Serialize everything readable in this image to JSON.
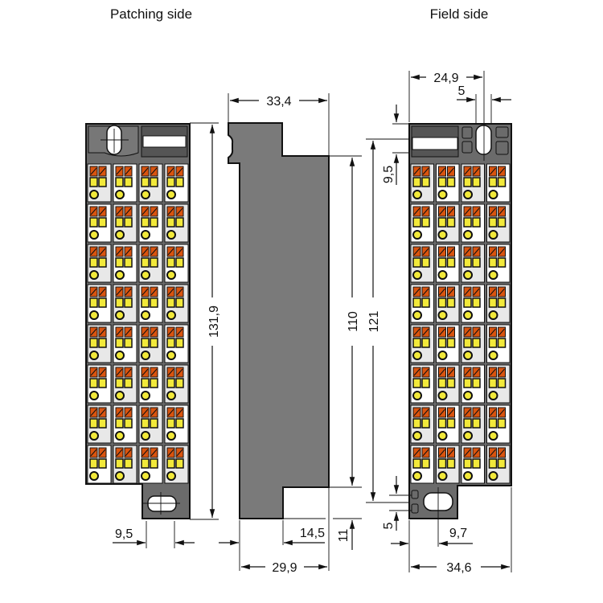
{
  "titles": {
    "patching_side": "Patching side",
    "field_side": "Field side"
  },
  "dimensions": {
    "patching_height": "131,9",
    "patching_tab_width": "9,5",
    "side_top_width": "33,4",
    "side_bottom_width": "29,9",
    "side_notch_width": "14,5",
    "side_notch_height": "11",
    "side_inner_height": "110",
    "side_outer_height": "121",
    "field_top_width": "24,9",
    "field_slot_width": "5",
    "field_top_offset": "9,5",
    "field_bottom_slot": "5",
    "field_tab_width": "9,7",
    "field_total_width": "34,6"
  },
  "module": {
    "rows": 8,
    "columns": 4,
    "colors": {
      "housing": "#6b6b6b",
      "cell_light": "#e8e8e8",
      "cell_white": "#ffffff",
      "lever": "#d9540f",
      "contact": "#f2e93a",
      "outline": "#111111"
    }
  }
}
